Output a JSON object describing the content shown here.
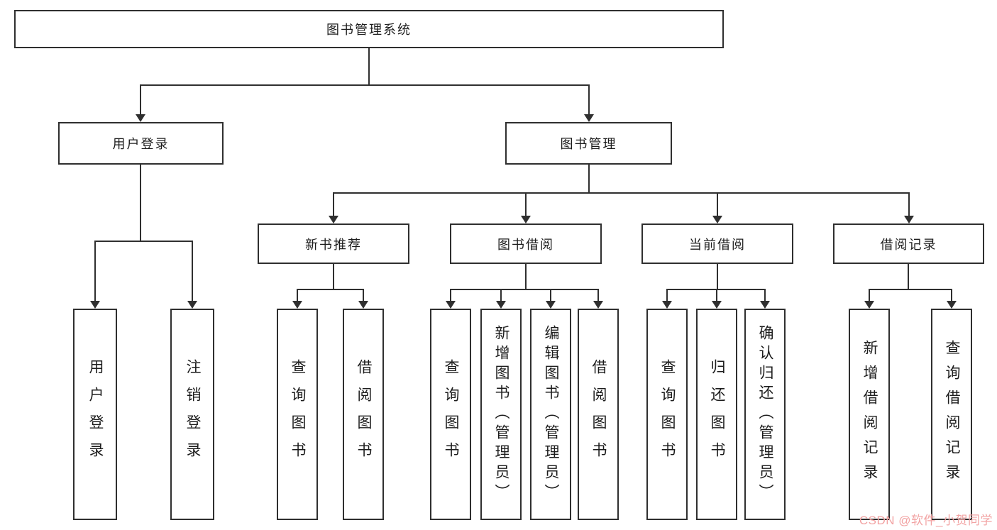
{
  "nodes": {
    "root": "图书管理系统",
    "user_login": "用户登录",
    "book_mgmt": "图书管理",
    "login": "用户登录",
    "logout": "注销登录",
    "recommend": "新书推荐",
    "borrow": "图书借阅",
    "current": "当前借阅",
    "records": "借阅记录",
    "rec_query": "查询图书",
    "rec_borrow": "借阅图书",
    "bor_query": "查询图书",
    "bor_add": "新增图书（管理员）",
    "bor_edit": "编辑图书（管理员）",
    "bor_borrow": "借阅图书",
    "cur_query": "查询图书",
    "cur_return": "归还图书",
    "cur_confirm": "确认归还（管理员）",
    "records_add": "新增借阅记录",
    "records_query": "查询借阅记录"
  },
  "watermark": "CSDN @软件_小贺同学",
  "colors": {
    "line": "#2f2f2f",
    "border": "#2f2f2f",
    "watermark": "#f2a3a3",
    "background": "#ffffff"
  }
}
